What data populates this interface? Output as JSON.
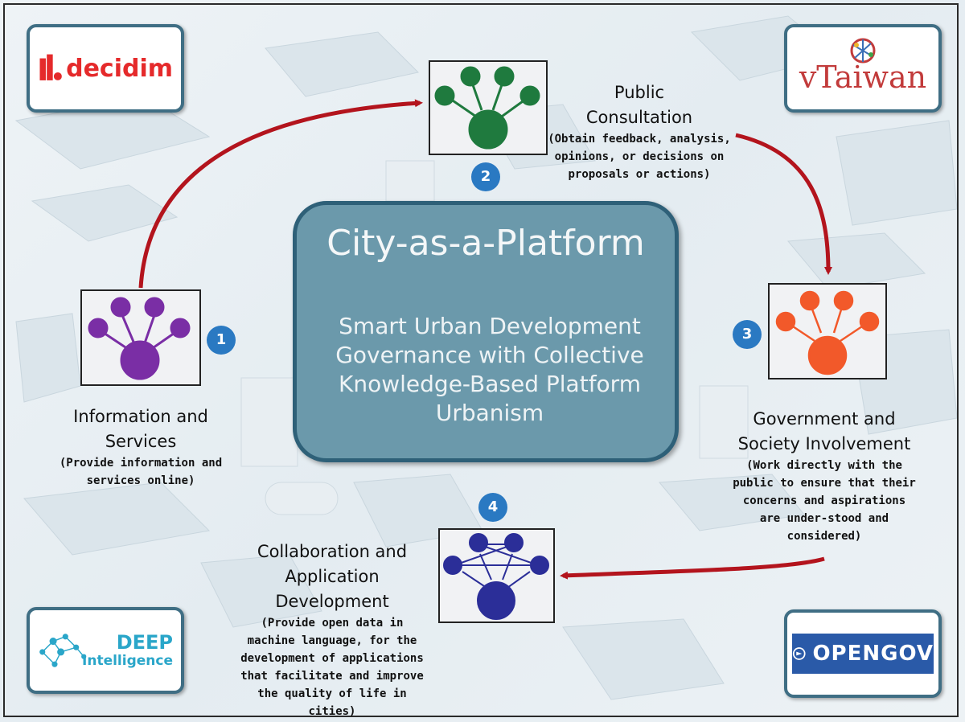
{
  "center": {
    "title": "City-as-a-Platform",
    "subtitle_lines": [
      "Smart Urban Development",
      "Governance with Collective",
      "Knowledge-Based Platform",
      "Urbanism"
    ]
  },
  "stages": [
    {
      "number": "1",
      "title_lines": [
        "Information and",
        "Services"
      ],
      "desc_lines": [
        "(Provide information and",
        "services online)"
      ],
      "color": "#7a2ea5"
    },
    {
      "number": "2",
      "title_lines": [
        "Public",
        "Consultation"
      ],
      "desc_lines": [
        "(Obtain feedback, analysis,",
        "opinions, or decisions on",
        "proposals or actions)"
      ],
      "color": "#1f7a3e"
    },
    {
      "number": "3",
      "title_lines": [
        "Government and",
        "Society Involvement"
      ],
      "desc_lines": [
        "(Work directly with the",
        "public to ensure that their",
        "concerns and aspirations",
        "are under-stood and",
        "considered)"
      ],
      "color": "#f2592a"
    },
    {
      "number": "4",
      "title_lines": [
        "Collaboration and",
        "Application",
        "Development"
      ],
      "desc_lines": [
        "(Provide open data in",
        "machine language, for the",
        "development of applications",
        "that facilitate and improve",
        "the quality of life in cities)"
      ],
      "color": "#2b2e98"
    }
  ],
  "logos": {
    "decidim": "decidim",
    "vtaiwan": "vTaiwan",
    "deep_line1": "DEEP",
    "deep_line2": "Intelligence",
    "opengov": "OPENGOV"
  },
  "colors": {
    "arrow": "#b3141d",
    "badge": "#2a79c2",
    "panel": "#6b99ab",
    "panel_border": "#2e6078"
  }
}
